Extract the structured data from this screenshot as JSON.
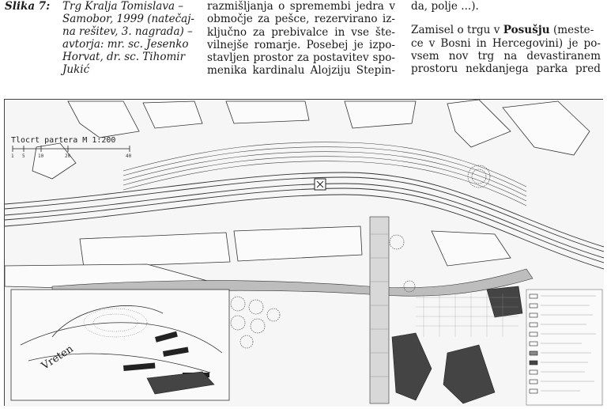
{
  "caption": {
    "label": "Slika 7:",
    "lines": [
      "Trg Kralja Tomislava –",
      "Samobor, 1999 (natečaj-",
      "na rešitev, 3. nagrada) –",
      "avtorja: mr. sc. Jesenko",
      "Horvat, dr. sc. Tihomir",
      "Jukić"
    ]
  },
  "column_middle": {
    "lines": [
      "razmišljanja o spremembi jedra v",
      "območje za pešce, rezervirano iz-",
      "ključno za prebivalce in vse šte-",
      "vilnejše romarje. Posebej je izpo-",
      "stavljen prostor za postavitev spo-",
      "menika kardinalu Alojziju Stepin-"
    ]
  },
  "column_right": {
    "line0": "da, polje ...).",
    "p2_pre": "Zamisel o trgu v ",
    "p2_bold": "Posušju",
    "p2_post": " (meste-",
    "lines": [
      "ce v Bosni in Hercegovini) je po-",
      "vsem nov trg na devastiranem",
      "prostoru nekdanjega parka pred"
    ]
  },
  "plan": {
    "title": "Tlocrt partera   M 1:200",
    "scale_ticks": [
      "1",
      "5",
      "10",
      "20",
      "40"
    ],
    "rotated_text": "Vreten"
  }
}
